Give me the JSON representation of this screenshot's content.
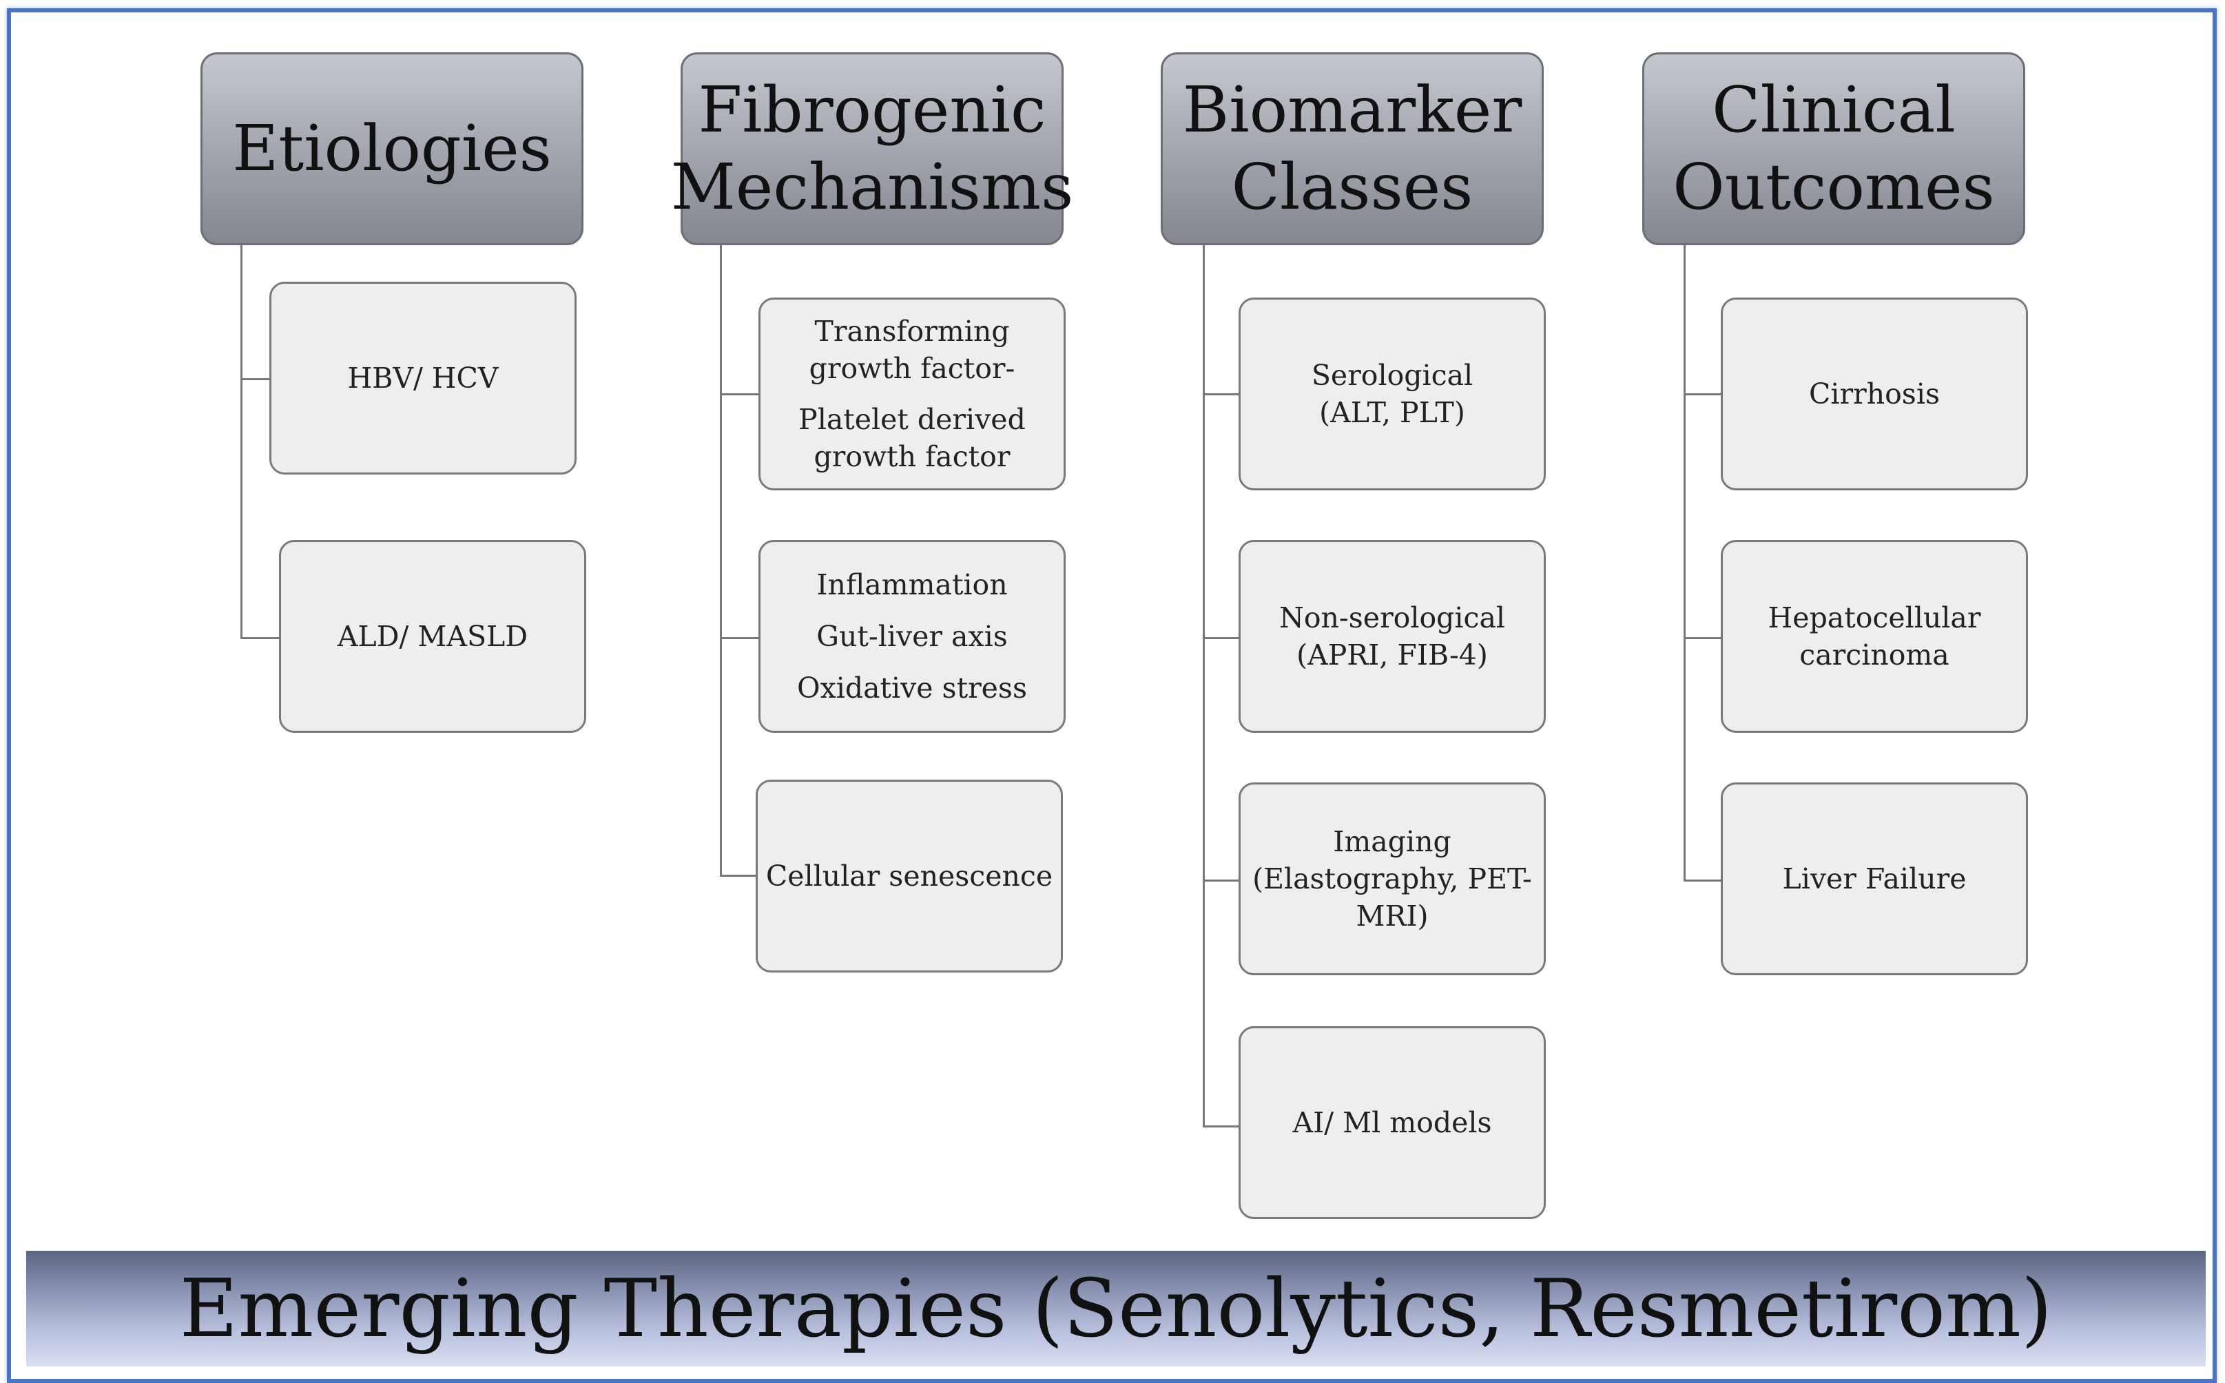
{
  "columns": [
    {
      "title_lines": [
        "Etiologies"
      ],
      "items": [
        {
          "lines": [
            "HBV/ HCV"
          ]
        },
        {
          "lines": [
            "ALD/ MASLD"
          ]
        }
      ]
    },
    {
      "title_lines": [
        "Fibrogenic",
        "Mechanisms"
      ],
      "items": [
        {
          "lines": [
            "Transforming",
            "growth factor-",
            "",
            "Platelet derived",
            "growth factor"
          ]
        },
        {
          "lines": [
            "Inflammation",
            "Gut-liver axis",
            "Oxidative stress"
          ]
        },
        {
          "lines": [
            "Cellular senescence"
          ]
        }
      ]
    },
    {
      "title_lines": [
        "Biomarker",
        "Classes"
      ],
      "items": [
        {
          "lines": [
            "Serological",
            "(ALT, PLT)"
          ]
        },
        {
          "lines": [
            "Non-serological",
            "(APRI, FIB-4)"
          ]
        },
        {
          "lines": [
            "Imaging",
            "(Elastography, PET-",
            "MRI)"
          ]
        },
        {
          "lines": [
            "AI/ Ml models"
          ]
        }
      ]
    },
    {
      "title_lines": [
        "Clinical",
        "Outcomes"
      ],
      "items": [
        {
          "lines": [
            "Cirrhosis"
          ]
        },
        {
          "lines": [
            "Hepatocellular",
            "carcinoma"
          ]
        },
        {
          "lines": [
            "Liver Failure"
          ]
        }
      ]
    }
  ],
  "footer": {
    "title": "Emerging Therapies (Senolytics, Resmetirom)"
  }
}
